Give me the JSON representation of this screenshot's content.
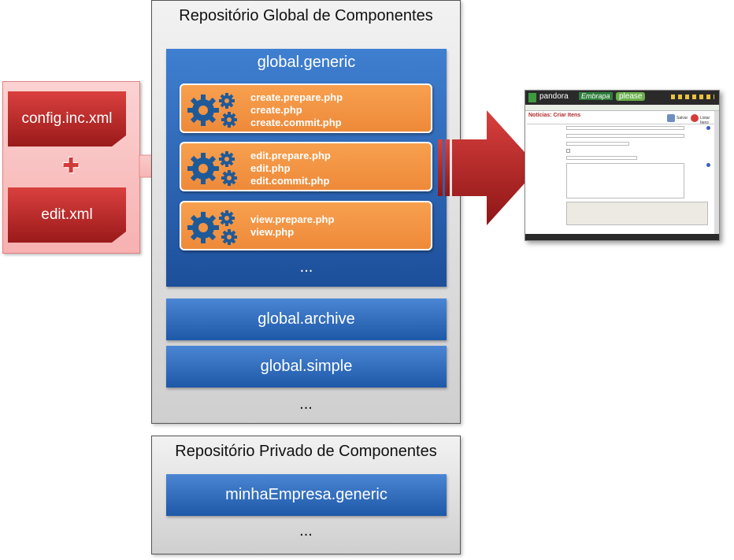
{
  "left": {
    "config_file": "config.inc.xml",
    "plus": "✚",
    "edit_file": "edit.xml"
  },
  "global_repo": {
    "title": "Repositório Global de Componentes",
    "generic": {
      "label": "global.generic",
      "groups": [
        [
          "create.prepare.php",
          "create.php",
          "create.commit.php"
        ],
        [
          "edit.prepare.php",
          "edit.php",
          "edit.commit.php"
        ],
        [
          "view.prepare.php",
          "view.php"
        ]
      ],
      "ellipsis": "..."
    },
    "archive": "global.archive",
    "simple": "global.simple",
    "ellipsis": "..."
  },
  "private_repo": {
    "title": "Repositório Privado de Componentes",
    "item": "minhaEmpresa.generic",
    "ellipsis": "..."
  },
  "screenshot": {
    "brand": "pandora",
    "brand2": "Embrapa",
    "brand3": "please",
    "heading": "Notícias: Criar Itens",
    "save": "Salvar",
    "list": "Listar Itens"
  },
  "colors": {
    "blue": "#2e6bbf",
    "orange": "#f39443",
    "red": "#c0302e",
    "panel": "#e0e0e0"
  }
}
